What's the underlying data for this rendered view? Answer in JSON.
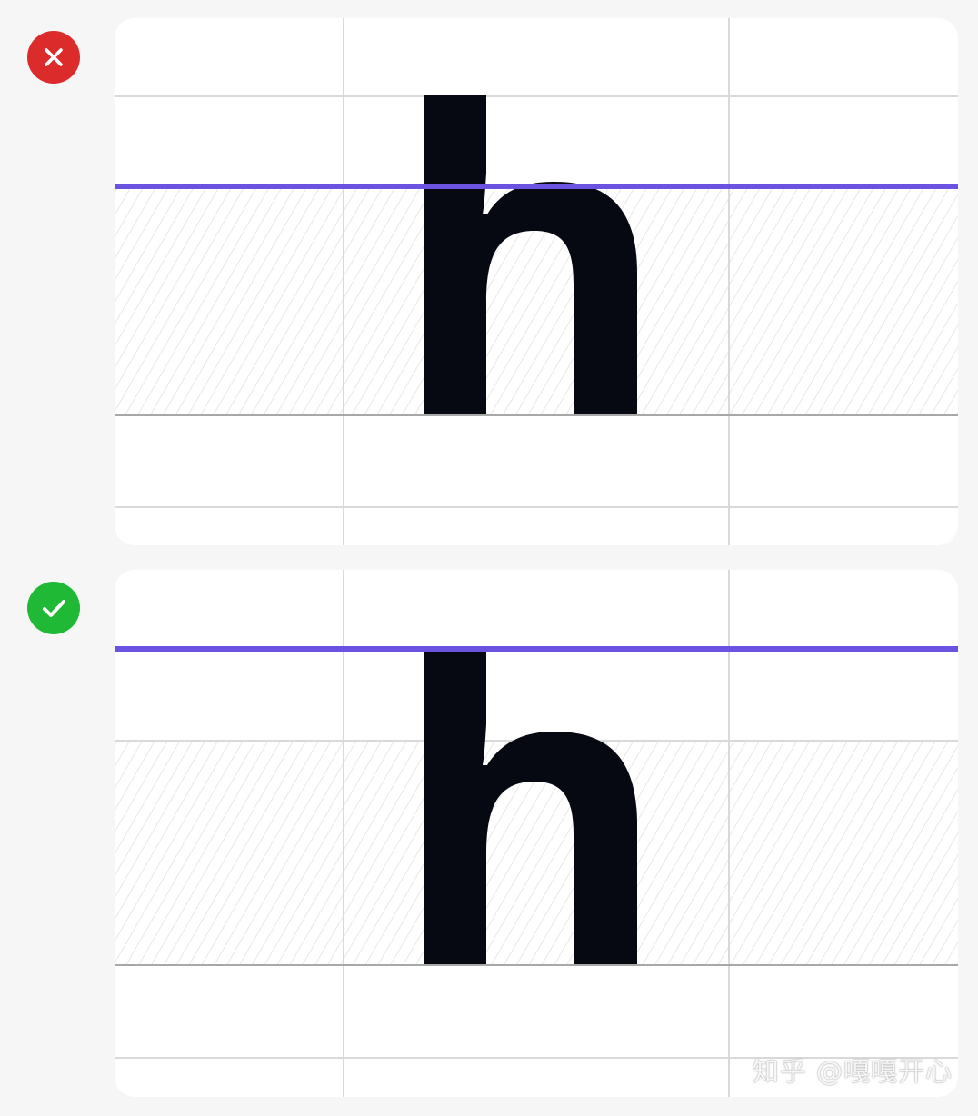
{
  "examples": [
    {
      "status": "incorrect",
      "status_icon": "close-icon",
      "status_color": "#dc2b2b",
      "glyph": "h"
    },
    {
      "status": "correct",
      "status_icon": "check-icon",
      "status_color": "#1fb935",
      "glyph": "h"
    }
  ],
  "colors": {
    "guide_line": "#6b52e0",
    "grid_line": "#d9d9d9",
    "baseline": "#a8a8a8",
    "hatch": "#e3e3e3",
    "glyph": "#070912",
    "panel_bg": "#ffffff",
    "page_bg": "#f6f6f6"
  },
  "watermark": "知乎 @嘎嘎开心"
}
